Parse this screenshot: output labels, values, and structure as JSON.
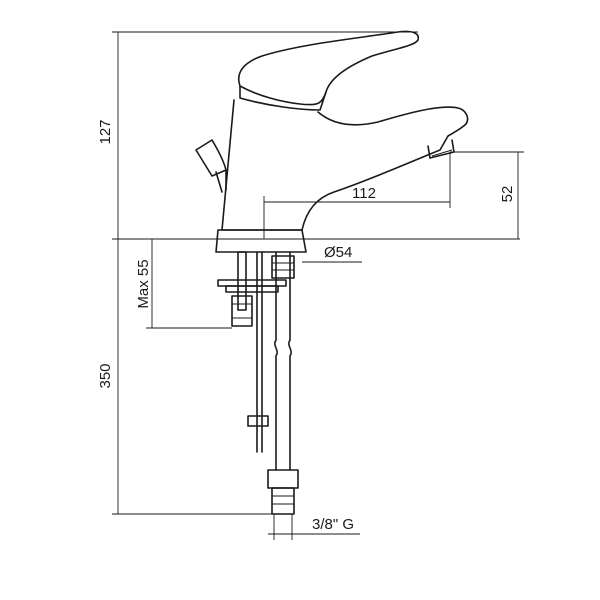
{
  "dimensions": {
    "height_top": "127",
    "height_bottom": "350",
    "spout_reach": "112",
    "spout_height": "52",
    "base_diameter": "Ø54",
    "max_deck_thickness": "Max 55",
    "connection_thread": "3/8\" G"
  }
}
